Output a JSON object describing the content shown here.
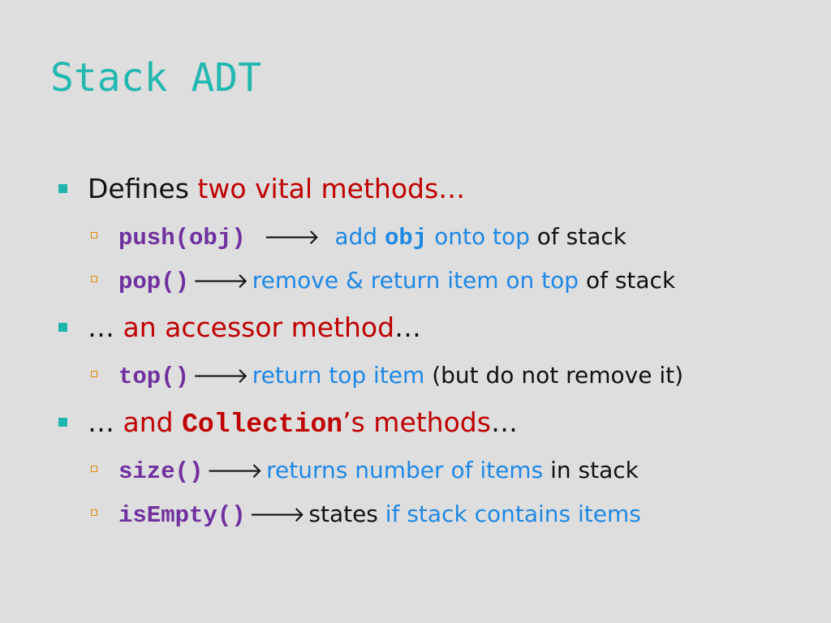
{
  "slide": {
    "title": "Stack ADT",
    "arrow_glyph": "🡒",
    "bullets": {
      "b1": {
        "prefix": "Defines ",
        "highlight": "two vital methods…",
        "sub": {
          "push": {
            "code": "push(obj)",
            "desc_a": "add ",
            "code_inline": "obj",
            "desc_b": " onto top",
            "tail": " of stack"
          },
          "pop": {
            "code": "pop()",
            "desc": "remove & return item on top",
            "tail": " of stack"
          }
        }
      },
      "b2": {
        "prefix": "… ",
        "highlight": "an accessor method",
        "suffix": "…",
        "sub": {
          "top": {
            "code": "top()",
            "desc": "return top item",
            "tail": " (but do not remove it)"
          }
        }
      },
      "b3": {
        "prefix": "… ",
        "highlight_a": "and ",
        "code": "Collection",
        "highlight_b": "’s methods",
        "suffix": "…",
        "sub": {
          "size": {
            "code": "size()",
            "desc": "returns number of items",
            "tail": " in stack"
          },
          "isempty": {
            "code": "isEmpty()",
            "lead": "states ",
            "desc": "if stack contains items"
          }
        }
      }
    }
  }
}
